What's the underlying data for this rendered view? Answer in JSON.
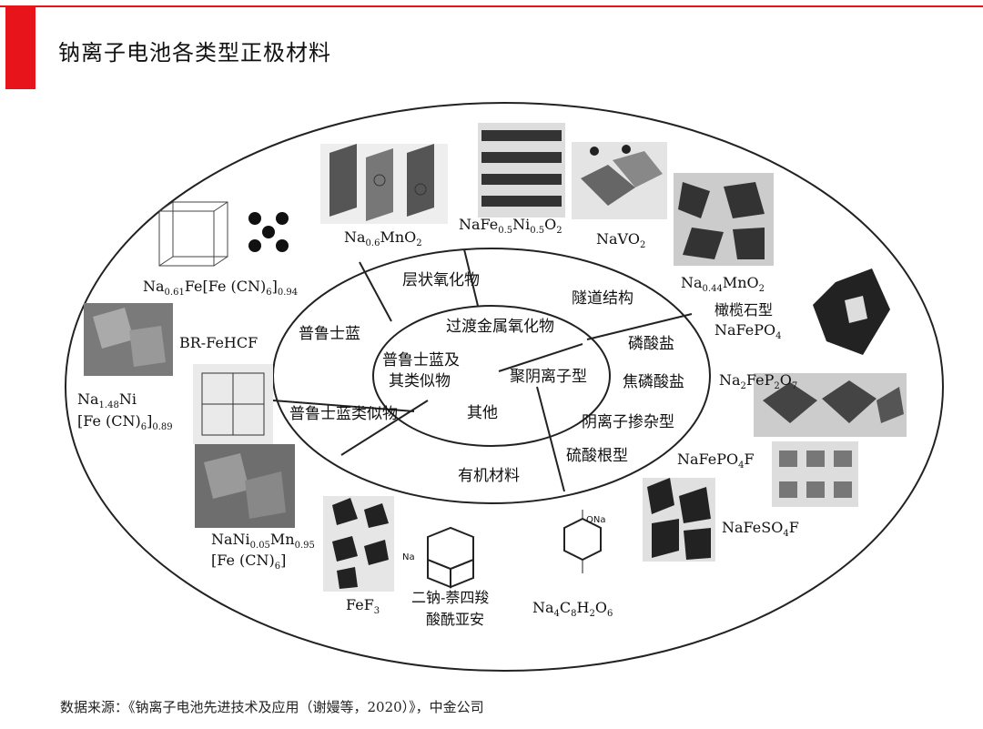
{
  "header": {
    "title": "钠离子电池各类型正极材料"
  },
  "center": {
    "regions": [
      {
        "id": "prussian",
        "label": "普鲁士蓝及其类似物",
        "line1": "普鲁士蓝及",
        "line2": "其类似物"
      },
      {
        "id": "oxide",
        "label": "过渡金属氧化物"
      },
      {
        "id": "polyanion",
        "label": "聚阴离子型"
      },
      {
        "id": "other",
        "label": "其他"
      }
    ]
  },
  "middle_ring": {
    "labels": [
      "层状氧化物",
      "隧道结构",
      "普鲁士蓝",
      "普鲁士蓝类似物",
      "磷酸盐",
      "焦磷酸盐",
      "阴离子掺杂型",
      "硫酸根型",
      "有机材料"
    ]
  },
  "outer_ring": {
    "materials": [
      {
        "id": "na06mno2",
        "parts": [
          [
            "Na",
            ""
          ],
          [
            "0.6",
            "sub"
          ],
          [
            "MnO",
            ""
          ],
          [
            "2",
            "sub"
          ]
        ]
      },
      {
        "id": "nafenio2",
        "parts": [
          [
            "NaFe",
            ""
          ],
          [
            "0.5",
            "sub"
          ],
          [
            "Ni",
            ""
          ],
          [
            "0.5",
            "sub"
          ],
          [
            "O",
            ""
          ],
          [
            "2",
            "sub"
          ]
        ]
      },
      {
        "id": "navo2",
        "parts": [
          [
            "NaVO",
            ""
          ],
          [
            "2",
            "sub"
          ]
        ]
      },
      {
        "id": "na044mno2",
        "parts": [
          [
            "Na",
            ""
          ],
          [
            "0.44",
            "sub"
          ],
          [
            "MnO",
            ""
          ],
          [
            "2",
            "sub"
          ]
        ]
      },
      {
        "id": "olivine",
        "parts": [
          [
            "橄榄石型",
            ""
          ]
        ]
      },
      {
        "id": "nafepo4",
        "parts": [
          [
            "NaFePO",
            ""
          ],
          [
            "4",
            "sub"
          ]
        ]
      },
      {
        "id": "na2fep2o7",
        "parts": [
          [
            "Na",
            ""
          ],
          [
            "2",
            "sub"
          ],
          [
            "FeP",
            ""
          ],
          [
            "2",
            "sub"
          ],
          [
            "O",
            ""
          ],
          [
            "7",
            "sub"
          ]
        ]
      },
      {
        "id": "nafepo4f",
        "parts": [
          [
            "NaFePO",
            ""
          ],
          [
            "4",
            "sub"
          ],
          [
            "F",
            ""
          ]
        ]
      },
      {
        "id": "nafeso4f",
        "parts": [
          [
            "NaFeSO",
            ""
          ],
          [
            "4",
            "sub"
          ],
          [
            "F",
            ""
          ]
        ]
      },
      {
        "id": "na4c8h2o6",
        "parts": [
          [
            "Na",
            ""
          ],
          [
            "4",
            "sub"
          ],
          [
            "C",
            ""
          ],
          [
            "8",
            "sub"
          ],
          [
            "H",
            ""
          ],
          [
            "2",
            "sub"
          ],
          [
            "O",
            ""
          ],
          [
            "6",
            "sub"
          ]
        ]
      },
      {
        "id": "ndianhydride1",
        "parts": [
          [
            "二钠-萘四羧",
            ""
          ]
        ]
      },
      {
        "id": "ndianhydride2",
        "parts": [
          [
            "酸酰亚安",
            ""
          ]
        ]
      },
      {
        "id": "fef3",
        "parts": [
          [
            "FeF",
            ""
          ],
          [
            "3",
            "sub"
          ]
        ]
      },
      {
        "id": "nanimn1",
        "parts": [
          [
            "NaNi",
            ""
          ],
          [
            "0.05",
            "sub"
          ],
          [
            "Mn",
            ""
          ],
          [
            "0.95",
            "sub"
          ]
        ]
      },
      {
        "id": "nanimn2",
        "parts": [
          [
            "[Fe (CN)",
            ""
          ],
          [
            "6",
            "sub"
          ],
          [
            "]",
            ""
          ]
        ]
      },
      {
        "id": "na148ni1",
        "parts": [
          [
            "Na",
            ""
          ],
          [
            "1.48",
            "sub"
          ],
          [
            "Ni",
            ""
          ]
        ]
      },
      {
        "id": "na148ni2",
        "parts": [
          [
            "[Fe (CN)",
            ""
          ],
          [
            "6",
            "sub"
          ],
          [
            "]",
            ""
          ],
          [
            "0.89",
            "sub"
          ]
        ]
      },
      {
        "id": "brfehcf",
        "parts": [
          [
            "BR-FeHCF",
            ""
          ]
        ]
      },
      {
        "id": "na061fe",
        "parts": [
          [
            "Na",
            ""
          ],
          [
            "0.61",
            "sub"
          ],
          [
            "Fe[Fe (CN)",
            ""
          ],
          [
            "6",
            "sub"
          ],
          [
            "]",
            ""
          ],
          [
            "0.94",
            "sub"
          ]
        ]
      }
    ],
    "structure_labels": {
      "edta_na": "Na",
      "molecule_na": "ONa"
    }
  },
  "footer": {
    "source": "数据来源：《钠离子电池先进技术及应用（谢嫚等，2020）》，中金公司"
  },
  "colors": {
    "accent": "#e8141c",
    "line": "#222222"
  }
}
